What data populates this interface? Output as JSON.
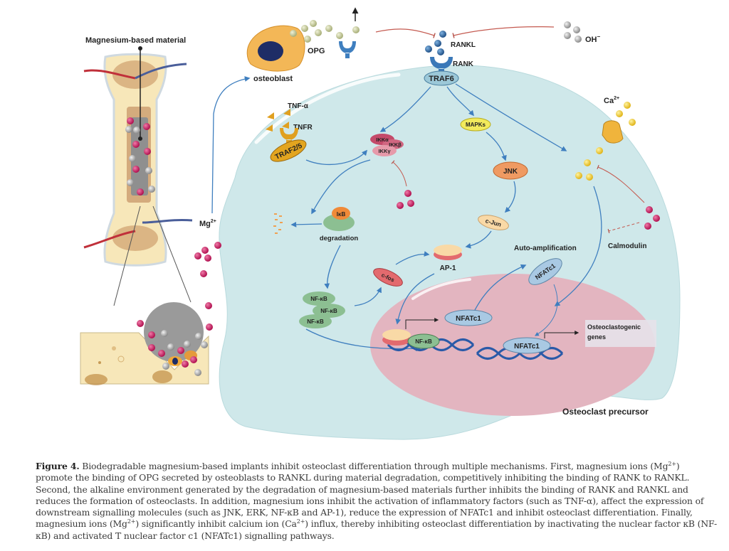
{
  "figure": {
    "labels": {
      "magnesium_material": "Magnesium-based material",
      "osteoblast": "osteoblast",
      "opg": "OPG",
      "rankl": "RANKL",
      "rank": "RANK",
      "oh": "OH",
      "oh_charge": "−",
      "traf6": "TRAF6",
      "tnf_alpha": "TNF-α",
      "tnfr": "TNFR",
      "traf25": "TRAF2/5",
      "ikka": "IKKα",
      "ikkb": "IKKβ",
      "ikkg": "IKKγ",
      "mapks": "MAPKs",
      "jnk": "JNK",
      "cjun": "c-Jun",
      "ca": "Ca",
      "ca_charge": "2+",
      "mg": "Mg",
      "mg_charge": "2+",
      "ikb": "IκB",
      "degradation": "degradation",
      "nfkb": "NF-κB",
      "cfos": "c-fos",
      "ap1": "AP-1",
      "auto_amplification": "Auto-amplification",
      "calmodulin": "Calmodulin",
      "nfatc1": "NFATc1",
      "osteoclastogenic_1": "Osteoclastogenic",
      "osteoclastogenic_2": "genes",
      "osteoclast_precursor": "Osteoclast precursor"
    },
    "colors": {
      "cell": "#cfe8ea",
      "nucleus": "#e3b5c0",
      "mg_ion": "#c8175d",
      "ca_ion": "#f2cf2c",
      "arrow": "#3f7fbf",
      "inhibit": "#b5524a",
      "dna": "#2a5aa8"
    }
  },
  "caption": {
    "figure_number": "Figure 4.",
    "segments": [
      " Biodegradable magnesium-based implants inhibit osteoclast differentiation through multiple mechanisms. First, magnesium ions (Mg",
      "2+",
      ") promote the binding of OPG secreted by osteoblasts to RANKL during material degradation, competitively inhibiting the binding of RANK to RANKL. Second, the alkaline environment generated by the degradation of magnesium-based materials further inhibits the binding of RANK and RANKL and reduces the formation of osteoclasts. In addition, magnesium ions inhibit the activation of inflammatory factors (such as TNF-α), affect the expression of downstream signalling molecules (such as JNK, ERK, NF-κB and AP-1), reduce the expression of NFATc1 and inhibit osteoclast differentiation. Finally, magnesium ions (Mg",
      "2+",
      ") significantly inhibit calcium ion (Ca",
      "2+",
      ") influx, thereby inhibiting osteoclast differentiation by inactivating the nuclear factor κB (NF-κB) and activated T nuclear factor c1 (NFATc1) signalling pathways."
    ]
  }
}
